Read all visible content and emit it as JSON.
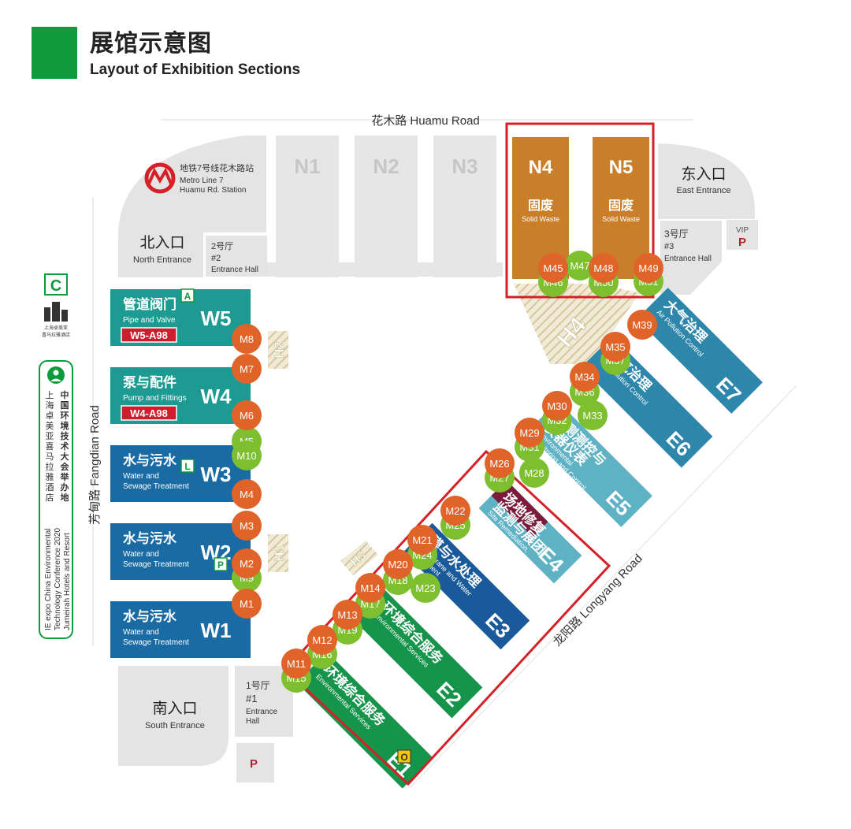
{
  "header": {
    "title_cn": "展馆示意图",
    "title_en": "Layout of Exhibition Sections"
  },
  "roads": {
    "north": "花木路 Huamu Road",
    "west": "芳甸路 Fangdian Road",
    "southeast": "龙阳路 Longyang Road"
  },
  "metro": {
    "line1": "地铁7号线花木路站",
    "line2": "Metro Line 7",
    "line3": "Huamu Rd. Station"
  },
  "north_halls": [
    "N1",
    "N2",
    "N3"
  ],
  "highlight_halls": [
    {
      "id": "N4",
      "cn": "固废",
      "en": "Solid Waste"
    },
    {
      "id": "N5",
      "cn": "固废",
      "en": "Solid Waste"
    }
  ],
  "entrances": {
    "north": {
      "cn": "北入口",
      "en": "North Entrance"
    },
    "east": {
      "cn": "东入口",
      "en": "East Entrance"
    },
    "south": {
      "cn": "南入口",
      "en": "South Entrance"
    },
    "hall2": {
      "cn": "2号厅",
      "num": "#2",
      "en": "Entrance Hall"
    },
    "hall3": {
      "cn": "3号厅",
      "num": "#3",
      "en": "Entrance Hall"
    },
    "hall1": {
      "cn": "1号厅",
      "num": "#1",
      "en1": "Entrance",
      "en2": "Hall"
    }
  },
  "vip": {
    "label": "VIP",
    "p": "P"
  },
  "parking": {
    "p": "P"
  },
  "west_halls": [
    {
      "id": "W5",
      "cn": "管道阀门",
      "en1": "Pipe and Valve",
      "en2": "",
      "booth": "W5-A98",
      "marker": "A"
    },
    {
      "id": "W4",
      "cn": "泵与配件",
      "en1": "Pump and Fittings",
      "en2": "",
      "booth": "W4-A98",
      "marker": ""
    },
    {
      "id": "W3",
      "cn": "水与污水",
      "en1": "Water and",
      "en2": "Sewage Treatment",
      "booth": "",
      "marker": "L"
    },
    {
      "id": "W2",
      "cn": "水与污水",
      "en1": "Water and",
      "en2": "Sewage Treatment",
      "booth": "",
      "marker": "P"
    },
    {
      "id": "W1",
      "cn": "水与污水",
      "en1": "Water and",
      "en2": "Sewage Treatment",
      "booth": "",
      "marker": ""
    }
  ],
  "diag_halls": [
    {
      "id": "E1",
      "cn": "环境综合服务",
      "en": "Environmental Services",
      "en2": "",
      "marker": "O"
    },
    {
      "id": "E2",
      "cn": "环境综合服务",
      "en": "Environmental Services",
      "en2": "",
      "marker": ""
    },
    {
      "id": "E3",
      "cn": "膜与水处理",
      "en": "Membrane and Water",
      "en2": "Treatment",
      "marker": ""
    },
    {
      "id": "E4",
      "cn": "场地修复",
      "cn2": "监测与展团",
      "en": "Site Remediation,",
      "en2": "Monitoring, Pavilions",
      "marker": ""
    },
    {
      "id": "E5",
      "cn": "监测测控与",
      "cn2": "仪器仪表",
      "en": "Environmental",
      "en2": "Monitoring and Control",
      "marker": ""
    },
    {
      "id": "E6",
      "cn": "大气治理",
      "en": "Air Pollution Control",
      "en2": "",
      "marker": ""
    },
    {
      "id": "E7",
      "cn": "大气治理",
      "en": "Air Pollution Control",
      "en2": "",
      "marker": ""
    }
  ],
  "links": [
    "H1",
    "H2",
    "H3",
    "H4"
  ],
  "meeting_rooms": [
    "M1",
    "M2",
    "M3",
    "M4",
    "M5",
    "M6",
    "M7",
    "M8",
    "M9",
    "M10",
    "M11",
    "M12",
    "M13",
    "M14",
    "M15",
    "M16",
    "M17",
    "M18",
    "M19",
    "M20",
    "M21",
    "M22",
    "M23",
    "M24",
    "M25",
    "M26",
    "M27",
    "M28",
    "M29",
    "M30",
    "M31",
    "M32",
    "M33",
    "M34",
    "M35",
    "M36",
    "M37",
    "M39",
    "M45",
    "M46",
    "M47",
    "M48",
    "M49",
    "M50",
    "M51"
  ],
  "hotel": {
    "badge": "C",
    "icon_caption1": "上海卓美亚",
    "icon_caption2": "喜马拉雅酒店",
    "col_cn1": "中国环境技术大会举办地",
    "col_cn2": "上海卓美亚喜马拉雅酒店",
    "col_en1": "IE expo China Environmental",
    "col_en2": "Technology Conference 2020",
    "col_en3": "Jumeirah Hotels and Resort"
  },
  "colors": {
    "accent_green": "#0f9a3c",
    "teal": "#1d9b92",
    "blue": "#1a6aa3",
    "orange_hall": "#c97f2a",
    "meeting_orange": "#e0632a",
    "meeting_green": "#7dbf2f",
    "highlight_red": "#d62027",
    "booth_red": "#cc1f2e"
  }
}
